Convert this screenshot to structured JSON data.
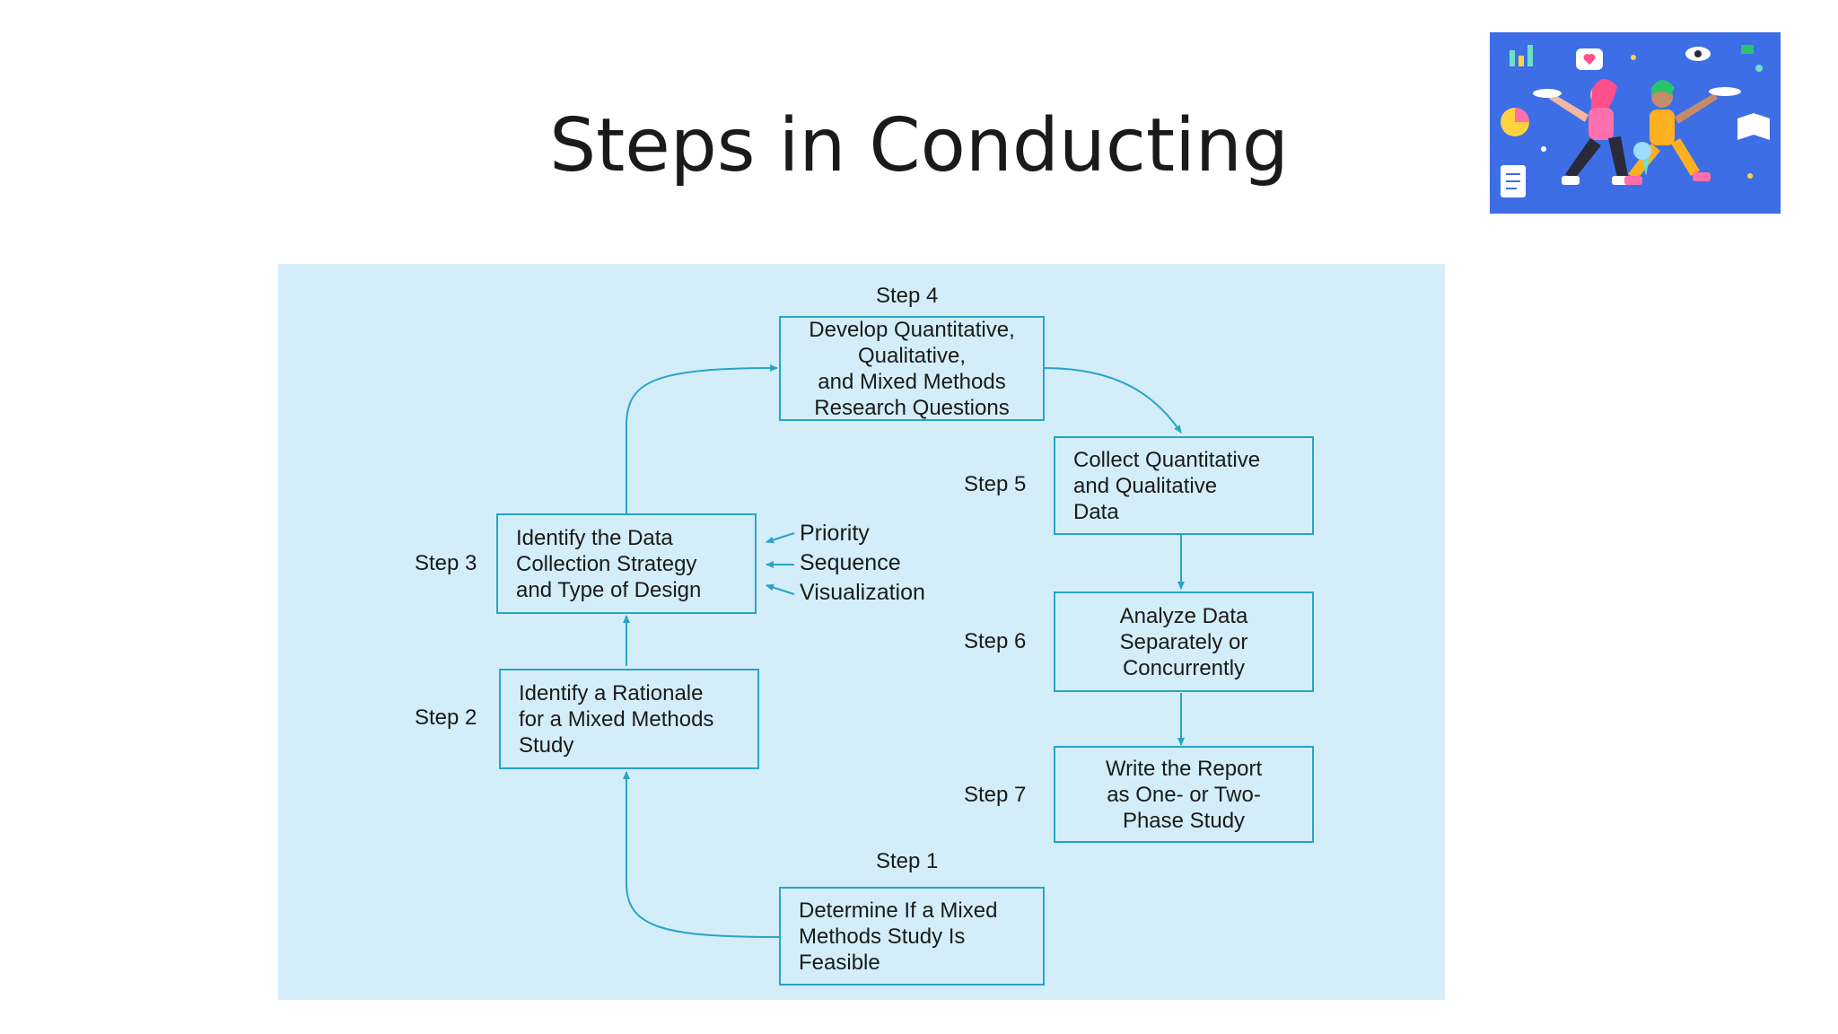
{
  "slide": {
    "title": "Steps in Conducting"
  },
  "diagram": {
    "steps": [
      {
        "label": "Step 1",
        "lines": [
          "Determine If a Mixed",
          "Methods Study Is",
          "Feasible"
        ]
      },
      {
        "label": "Step 2",
        "lines": [
          "Identify a Rationale",
          "for a Mixed Methods",
          "Study"
        ]
      },
      {
        "label": "Step 3",
        "lines": [
          "Identify the Data",
          "Collection Strategy",
          "and Type of Design"
        ]
      },
      {
        "label": "Step 4",
        "lines": [
          "Develop Quantitative,",
          "Qualitative,",
          "and Mixed Methods",
          "Research Questions"
        ]
      },
      {
        "label": "Step 5",
        "lines": [
          "Collect Quantitative",
          "and Qualitative",
          "Data"
        ]
      },
      {
        "label": "Step 6",
        "lines": [
          "Analyze Data",
          "Separately or",
          "Concurrently"
        ]
      },
      {
        "label": "Step 7",
        "lines": [
          "Write the Report",
          "as One- or Two-",
          "Phase Study"
        ]
      }
    ],
    "design_factors": [
      "Priority",
      "Sequence",
      "Visualization"
    ]
  },
  "colors": {
    "panel_background": "#d3eef9",
    "box_border": "#2aa3c8",
    "arrow": "#2aa3c8",
    "illustration_background": "#3d6ee6"
  },
  "illustration": {
    "icon": "people-with-charts-illustration"
  }
}
